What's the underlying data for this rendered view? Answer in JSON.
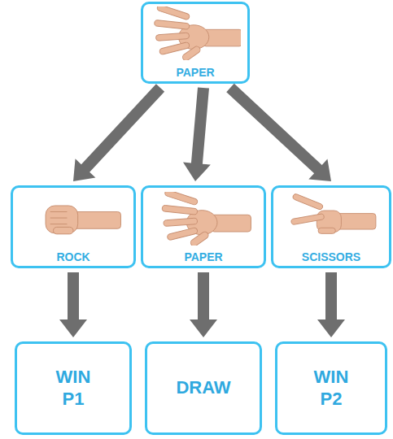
{
  "diagram": {
    "nodes": [
      {
        "text": [
          "PAPER"
        ]
      },
      {
        "text": [
          "ROCK"
        ]
      },
      {
        "text": [
          "PAPER"
        ]
      },
      {
        "text": [
          "SCISSORS"
        ]
      },
      {
        "text": [
          "WIN P1"
        ]
      },
      {
        "text": [
          "DRAW"
        ]
      },
      {
        "text": [
          "WIN P2"
        ]
      }
    ],
    "edges": [
      {
        "from": 0,
        "to": 1,
        "arrow": "to"
      },
      {
        "from": 0,
        "to": 2,
        "arrow": "to"
      },
      {
        "from": 0,
        "to": 3,
        "arrow": "to"
      },
      {
        "from": 1,
        "to": 4,
        "arrow": "to"
      },
      {
        "from": 2,
        "to": 5,
        "arrow": "to"
      },
      {
        "from": 3,
        "to": 6,
        "arrow": "to"
      }
    ]
  }
}
